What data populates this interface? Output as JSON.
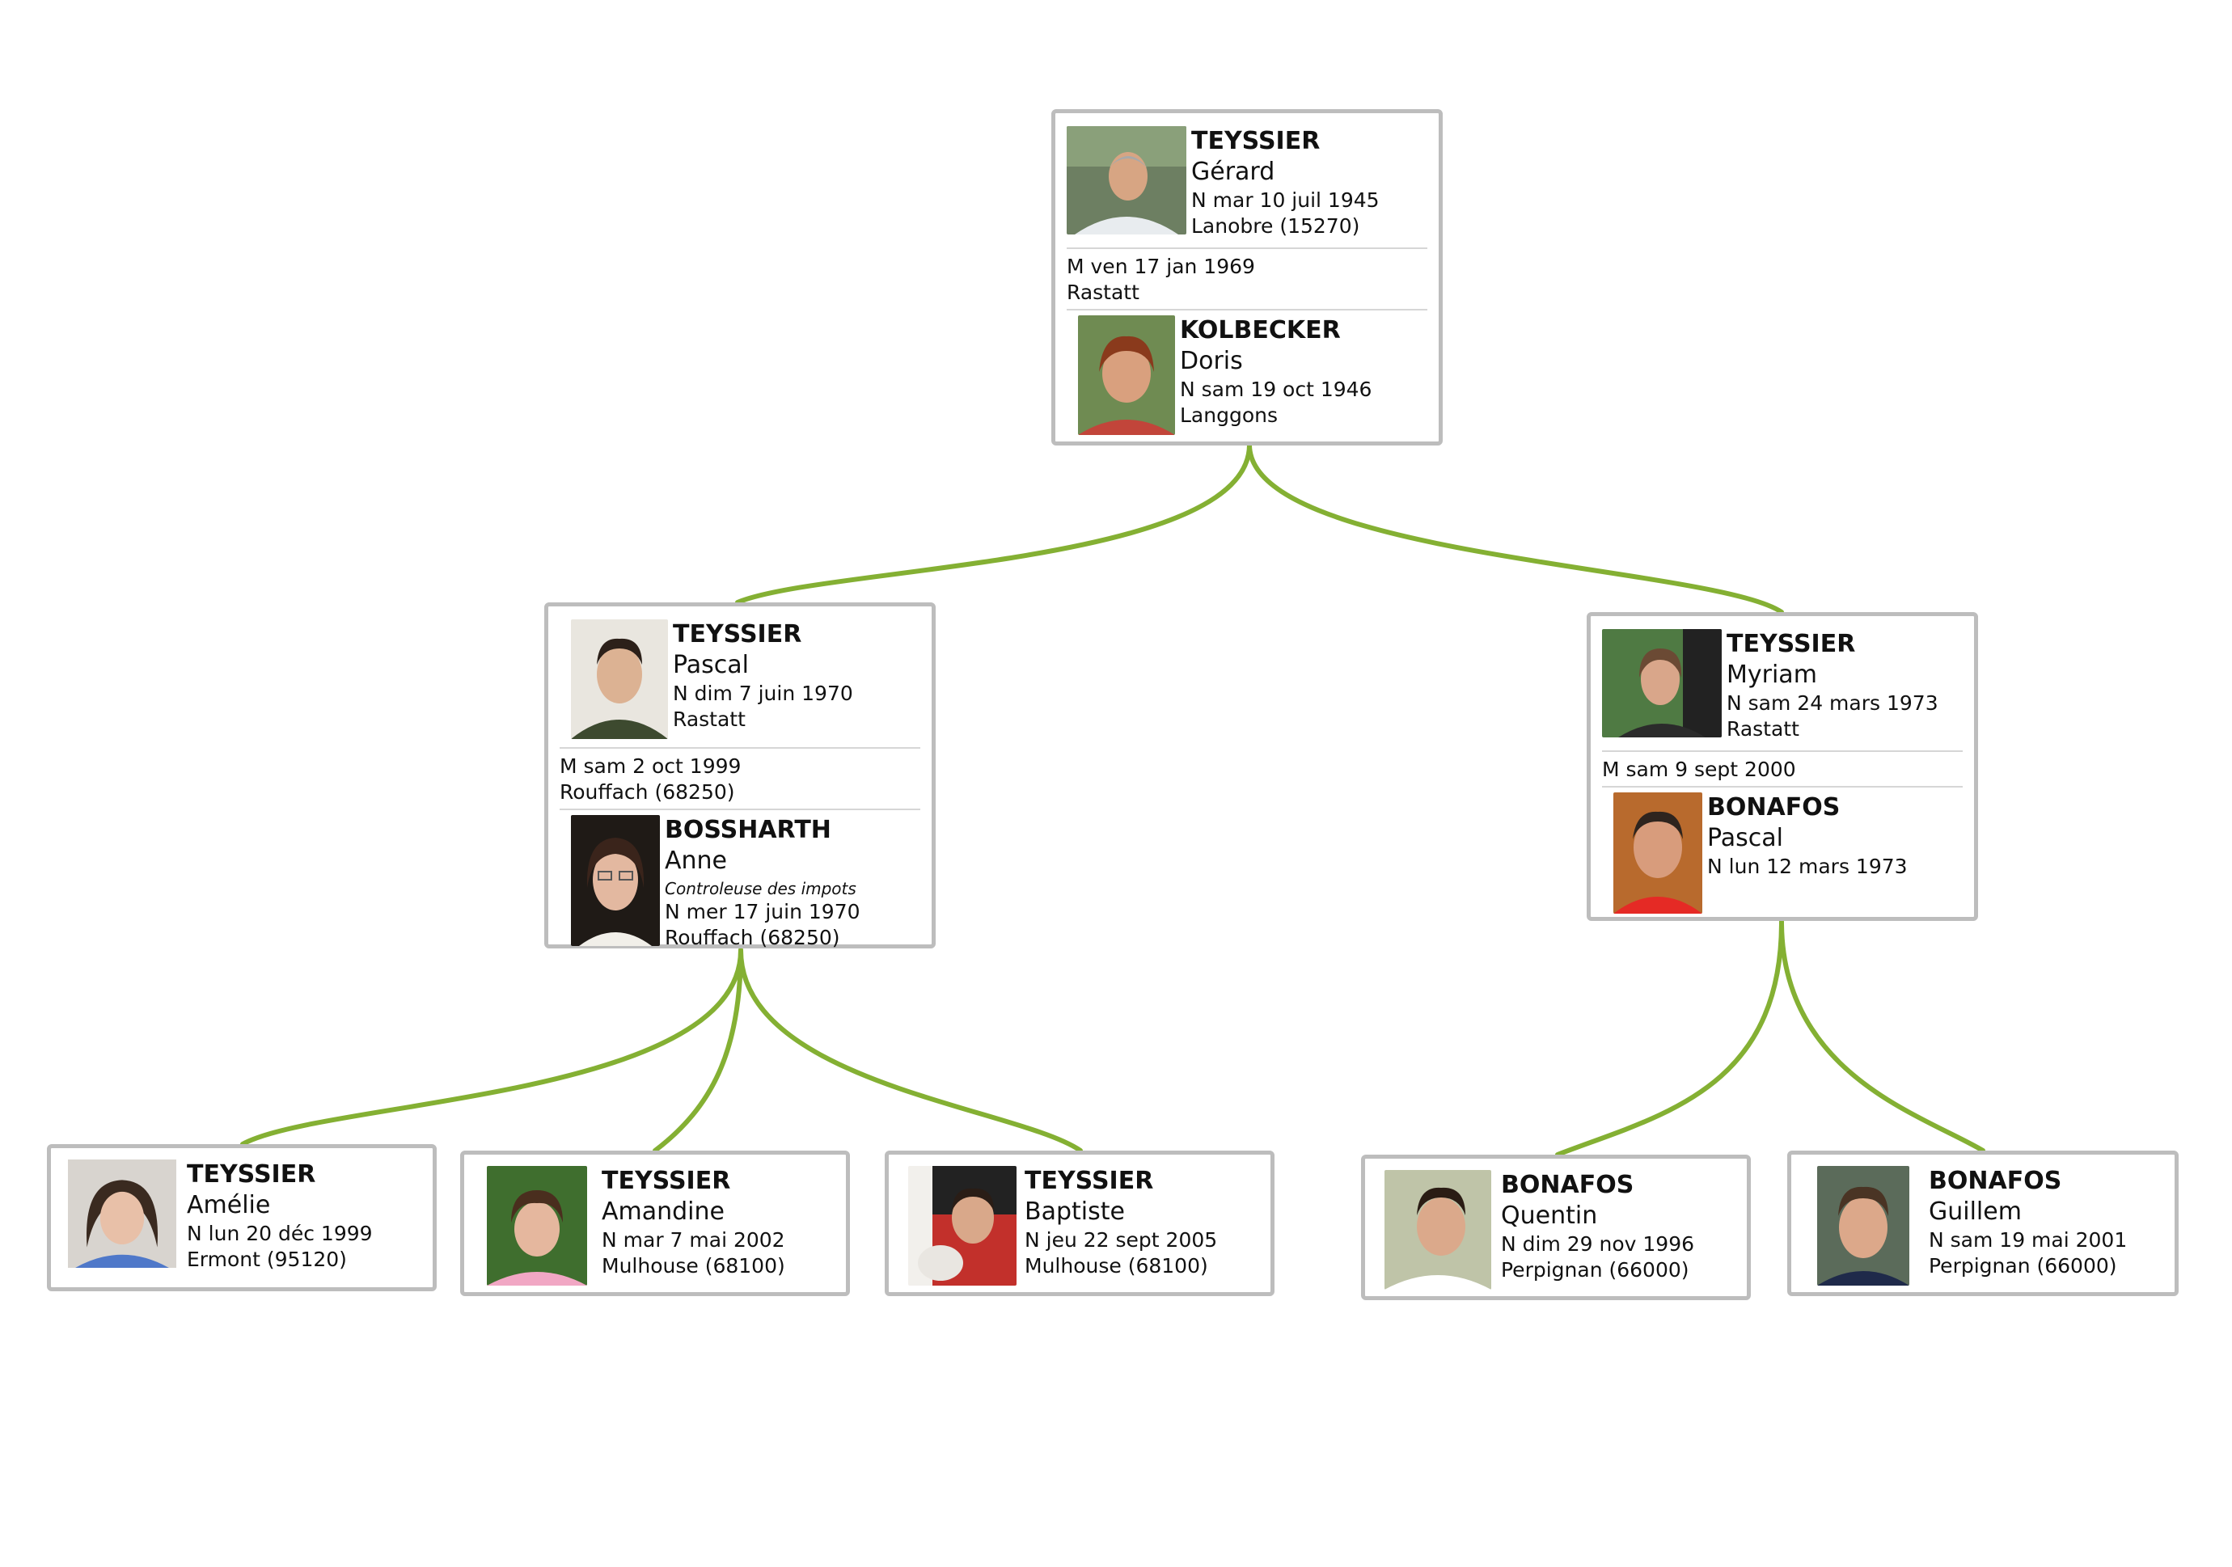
{
  "tree": {
    "root": {
      "person": {
        "surname": "TEYSSIER",
        "given": "Gérard",
        "birth": "N mar 10 juil 1945",
        "place": "Lanobre (15270)",
        "photo": "portrait-photo"
      },
      "marriage": {
        "date": "M ven 17 jan 1969",
        "place": "Rastatt"
      },
      "spouse": {
        "surname": "KOLBECKER",
        "given": "Doris",
        "birth": "N sam 19 oct 1946",
        "place": "Langgons",
        "photo": "portrait-photo"
      }
    },
    "child_left": {
      "person": {
        "surname": "TEYSSIER",
        "given": "Pascal",
        "birth": "N dim 7 juin 1970",
        "place": "Rastatt",
        "photo": "portrait-photo"
      },
      "marriage": {
        "date": "M sam 2 oct 1999",
        "place": "Rouffach (68250)"
      },
      "spouse": {
        "surname": "BOSSHARTH",
        "given": "Anne",
        "occupation": "Controleuse des impots",
        "birth": "N mer 17 juin 1970",
        "place": "Rouffach (68250)",
        "photo": "portrait-photo"
      }
    },
    "child_right": {
      "person": {
        "surname": "TEYSSIER",
        "given": "Myriam",
        "birth": "N sam 24 mars 1973",
        "place": "Rastatt",
        "photo": "portrait-photo"
      },
      "marriage": {
        "date": "M sam 9 sept 2000"
      },
      "spouse": {
        "surname": "BONAFOS",
        "given": "Pascal",
        "birth": "N lun 12 mars 1973",
        "photo": "portrait-photo"
      }
    },
    "grandchildren": [
      {
        "surname": "TEYSSIER",
        "given": "Amélie",
        "birth": "N lun 20 déc 1999",
        "place": "Ermont (95120)",
        "photo": "portrait-photo"
      },
      {
        "surname": "TEYSSIER",
        "given": "Amandine",
        "birth": "N mar 7 mai 2002",
        "place": "Mulhouse (68100)",
        "photo": "portrait-photo"
      },
      {
        "surname": "TEYSSIER",
        "given": "Baptiste",
        "birth": "N jeu 22 sept 2005",
        "place": "Mulhouse (68100)",
        "photo": "portrait-photo"
      },
      {
        "surname": "BONAFOS",
        "given": "Quentin",
        "birth": "N dim 29 nov 1996",
        "place": "Perpignan (66000)",
        "photo": "portrait-photo"
      },
      {
        "surname": "BONAFOS",
        "given": "Guillem",
        "birth": "N sam 19 mai 2001",
        "place": "Perpignan (66000)",
        "photo": "portrait-photo"
      }
    ]
  },
  "colors": {
    "connector": "#84b033",
    "card_border": "#bdbdbd",
    "text": "#111111"
  }
}
